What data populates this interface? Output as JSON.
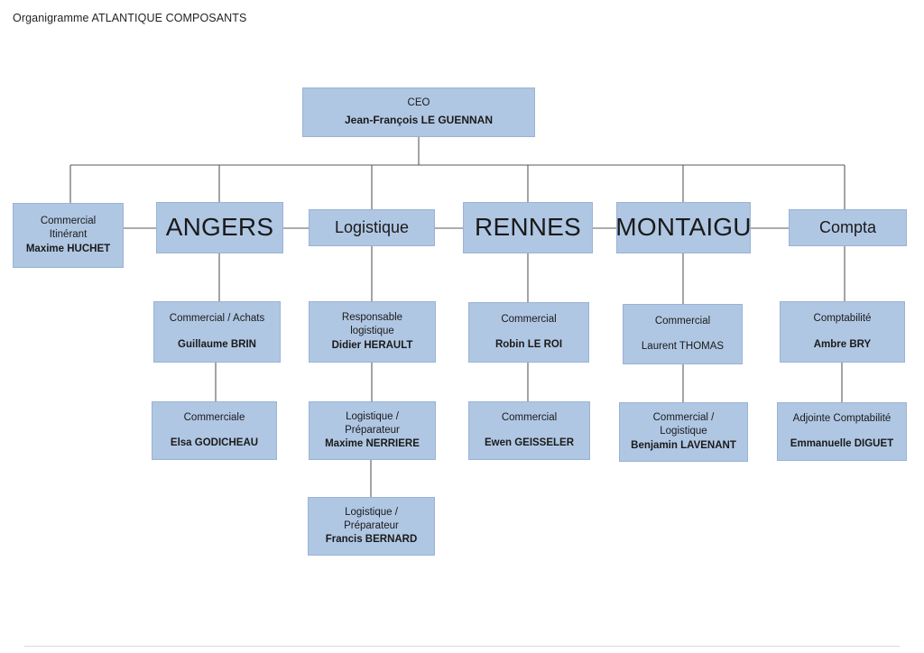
{
  "document": {
    "title": "Organigramme ATLANTIQUE COMPOSANTS"
  },
  "chart_data": {
    "type": "diagram",
    "subtype": "org-chart",
    "title": "Organigramme ATLANTIQUE COMPOSANTS",
    "company": "ATLANTIQUE COMPOSANTS",
    "node_fill_color": "#b0c7e3",
    "node_border_color": "#9ab3d4",
    "connector_color": "#58595b",
    "background_color": "#ffffff",
    "levels": 5,
    "nodes": [
      {
        "id": "ceo",
        "role": "CEO",
        "person": "Jean-François LE GUENNAN",
        "level": 0,
        "parent": null,
        "person_bold": true,
        "style": "ceo"
      },
      {
        "id": "angers",
        "role": "ANGERS",
        "person": "",
        "level": 1,
        "parent": "ceo",
        "person_bold": false,
        "style": "big"
      },
      {
        "id": "itinerant",
        "role": "Commercial\nItinérant",
        "person": "Maxime HUCHET",
        "level": 1,
        "parent": "ceo",
        "person_bold": true,
        "style": "small"
      },
      {
        "id": "logistique",
        "role": "Logistique",
        "person": "",
        "level": 1,
        "parent": "ceo",
        "person_bold": false,
        "style": "med"
      },
      {
        "id": "rennes",
        "role": "RENNES",
        "person": "",
        "level": 1,
        "parent": "ceo",
        "person_bold": false,
        "style": "big"
      },
      {
        "id": "montaigu",
        "role": "MONTAIGU",
        "person": "",
        "level": 1,
        "parent": "ceo",
        "person_bold": false,
        "style": "big"
      },
      {
        "id": "compta",
        "role": "Compta",
        "person": "",
        "level": 1,
        "parent": "ceo",
        "person_bold": false,
        "style": "med"
      },
      {
        "id": "brin",
        "role": "Commercial / Achats",
        "person": "Guillaume BRIN",
        "level": 2,
        "parent": "angers",
        "person_bold": true,
        "style": "spaced"
      },
      {
        "id": "herault",
        "role": "Responsable\nlogistique",
        "person": "Didier HERAULT",
        "level": 2,
        "parent": "logistique",
        "person_bold": true,
        "style": "small"
      },
      {
        "id": "leroi",
        "role": "Commercial",
        "person": "Robin LE ROI",
        "level": 2,
        "parent": "rennes",
        "person_bold": true,
        "style": "spaced"
      },
      {
        "id": "thomas",
        "role": "Commercial",
        "person": "Laurent THOMAS",
        "level": 2,
        "parent": "montaigu",
        "person_bold": false,
        "style": "spaced"
      },
      {
        "id": "bry",
        "role": "Comptabilité",
        "person": "Ambre BRY",
        "level": 2,
        "parent": "compta",
        "person_bold": true,
        "style": "spaced"
      },
      {
        "id": "godicheau",
        "role": "Commerciale",
        "person": "Elsa GODICHEAU",
        "level": 3,
        "parent": "brin",
        "person_bold": true,
        "style": "spaced"
      },
      {
        "id": "nerriere",
        "role": "Logistique /\nPréparateur",
        "person": "Maxime NERRIERE",
        "level": 3,
        "parent": "herault",
        "person_bold": true,
        "style": "small"
      },
      {
        "id": "geisseler",
        "role": "Commercial",
        "person": "Ewen GEISSELER",
        "level": 3,
        "parent": "leroi",
        "person_bold": true,
        "style": "spaced"
      },
      {
        "id": "lavenant",
        "role": "Commercial /\nLogistique",
        "person": "Benjamin LAVENANT",
        "level": 3,
        "parent": "thomas",
        "person_bold": true,
        "style": "small"
      },
      {
        "id": "diguet",
        "role": "Adjointe Comptabilité",
        "person": "Emmanuelle DIGUET",
        "level": 3,
        "parent": "bry",
        "person_bold": true,
        "style": "spaced"
      },
      {
        "id": "bernard",
        "role": "Logistique /\nPréparateur",
        "person": "Francis BERNARD",
        "level": 4,
        "parent": "nerriere",
        "person_bold": true,
        "style": "small"
      }
    ]
  }
}
